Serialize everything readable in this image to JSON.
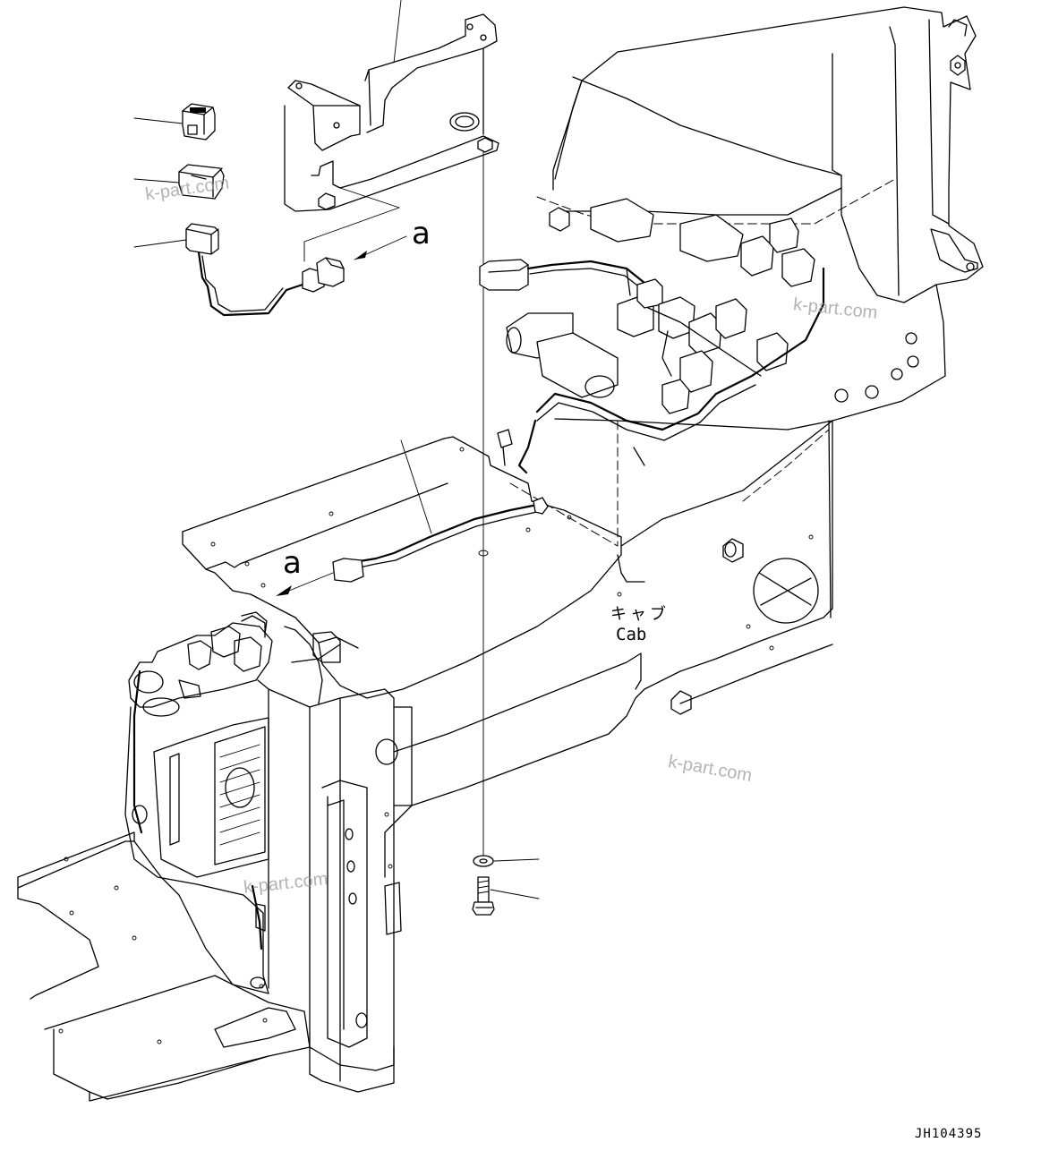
{
  "callout_a_top": "a",
  "callout_a_bottom": "a",
  "label_cab_japanese": "キャブ",
  "label_cab": "Cab",
  "figure_number": "JH104395",
  "watermark": "k-part.com",
  "colors": {
    "line": "#000000",
    "background": "#ffffff",
    "watermark": "#9a9a9a"
  }
}
